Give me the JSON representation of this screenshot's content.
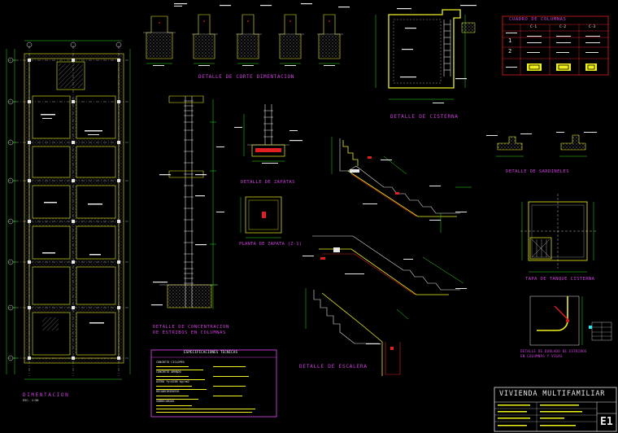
{
  "labels": {
    "dimentacion": "DIMENTACION",
    "scale_plan": "ESC. 1:50",
    "detalle_corte": "DETALLE    DE    CORTE    DIMENTACION",
    "detalle_cisterna": "DETALLE    DE    CISTERNA",
    "detalle_zapatas": "DETALLE DE ZAPATAS",
    "planta_zapata": "PLANTA DE ZAPATA (Z-1)",
    "detalle_concentracion_1": "DETALLE  DE  CONCENTRACION",
    "detalle_concentracion_2": "DE  ESTRIBOS  EN  COLUMNAS",
    "detalle_escalera": "DETALLE    DE    ESCALERA",
    "detalle_sardineles": "DETALLE  DE  SARDINELES",
    "tapa_tanque": "TAPA    DE   TANQUE  CISTERNA",
    "detalle_doblado_1": "DETALLE  DE  DOBLADO  DE  ESTRIBOS",
    "detalle_doblado_2": "EN  COLUMNAS  Y  VIGAS",
    "especificaciones": "ESPECIFICACIONES TECNICAS"
  },
  "cuadro": {
    "title": "CUADRO    DE    COLUMNAS",
    "row1": "1",
    "row2": "2",
    "headers": [
      "C-1",
      "C-2",
      "C-3"
    ]
  },
  "specs": [
    "CONCRETO CICLOPEO",
    "CONCRETO ARMADO",
    "ACERO fy=4200 kg/cm2",
    "RECUBRIMIENTOS",
    "SOBRECARGAS"
  ],
  "title_block": {
    "project": "VIVIENDA  MULTIFAMILIAR",
    "sheet": "E1"
  },
  "colors": {
    "background": "#000000",
    "structure": "#f0f020",
    "dimension": "#30e020",
    "label": "#d040e0",
    "text": "#e8e8e8",
    "accent": "#e02020",
    "hatch": "#30e8e8"
  }
}
